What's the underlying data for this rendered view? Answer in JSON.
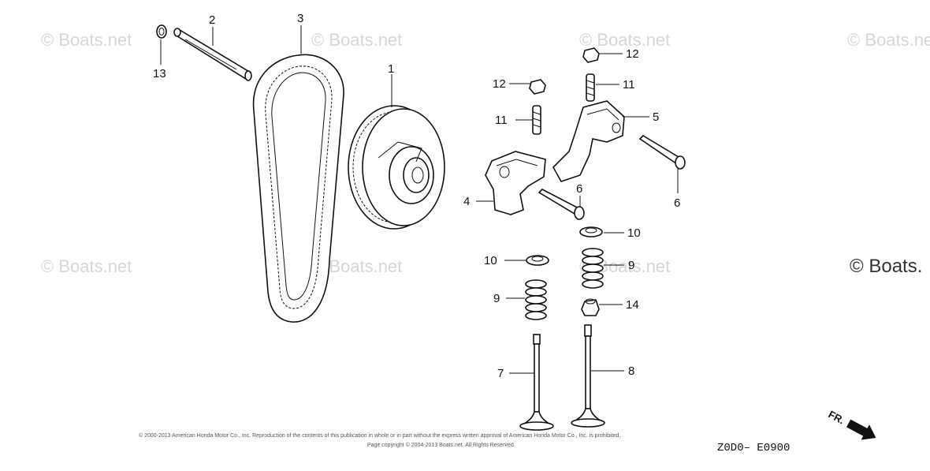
{
  "watermark": {
    "text": "© Boats.net",
    "large_text": "© Boats."
  },
  "callouts": {
    "c1": "1",
    "c2": "2",
    "c3": "3",
    "c4": "4",
    "c5": "5",
    "c6a": "6",
    "c6b": "6",
    "c7": "7",
    "c8": "8",
    "c9a": "9",
    "c9b": "9",
    "c10a": "10",
    "c10b": "10",
    "c11a": "11",
    "c11b": "11",
    "c12a": "12",
    "c12b": "12",
    "c13": "13",
    "c14": "14"
  },
  "copyright": {
    "line1": "© 2000-2013 American Honda Motor Co., Inc. Reproduction of the contents of this publication in whole or in part without the express written approval of American Honda Motor Co., Inc. is prohibited.",
    "line2": "Page copyright © 2004-2013 Boats.net. All Rights Reserved."
  },
  "diagram_code": "Z0D0– E0900",
  "direction_marker": "FR."
}
